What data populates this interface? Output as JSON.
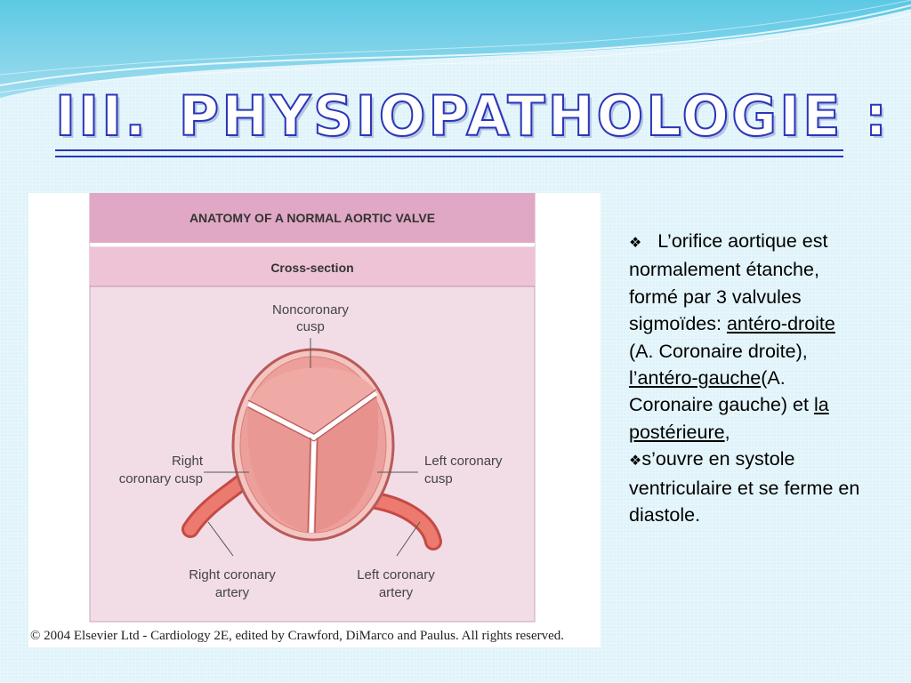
{
  "slide": {
    "title_roman": "III.",
    "title_text": "PHYSIOPATHOLOGIE :"
  },
  "figure": {
    "header": "ANATOMY OF A NORMAL AORTIC VALVE",
    "subheader": "Cross-section",
    "labels": {
      "noncoronary_1": "Noncoronary",
      "noncoronary_2": "cusp",
      "right_cusp_1": "Right",
      "right_cusp_2": "coronary cusp",
      "left_cusp_1": "Left coronary",
      "left_cusp_2": "cusp",
      "right_artery_1": "Right coronary",
      "right_artery_2": "artery",
      "left_artery_1": "Left coronary",
      "left_artery_2": "artery"
    },
    "caption": "© 2004 Elsevier Ltd - Cardiology 2E, edited by Crawford, DiMarco and Paulus. All rights reserved."
  },
  "bullets": {
    "b1_intro": "L’orifice aortique est normalement étanche, formé par 3 valvules sigmoïdes:",
    "b1_v1": "antéro-droite ",
    "b1_v1_paren": "(A. Coronaire droite),",
    "b1_v2": "l’antéro-gauche",
    "b1_v2_paren": "(A. Coronaire gauche) et",
    "b1_v3": "la postérieure",
    "b1_end": ",",
    "b2": "s’ouvre en systole ventriculaire et se ferme en diastole."
  },
  "colors": {
    "title_stroke": "#2a35b8",
    "figure_header": "#e0a8c4",
    "figure_body": "#f2dde7",
    "valve": "#e9908e",
    "artery": "#e35f55"
  }
}
